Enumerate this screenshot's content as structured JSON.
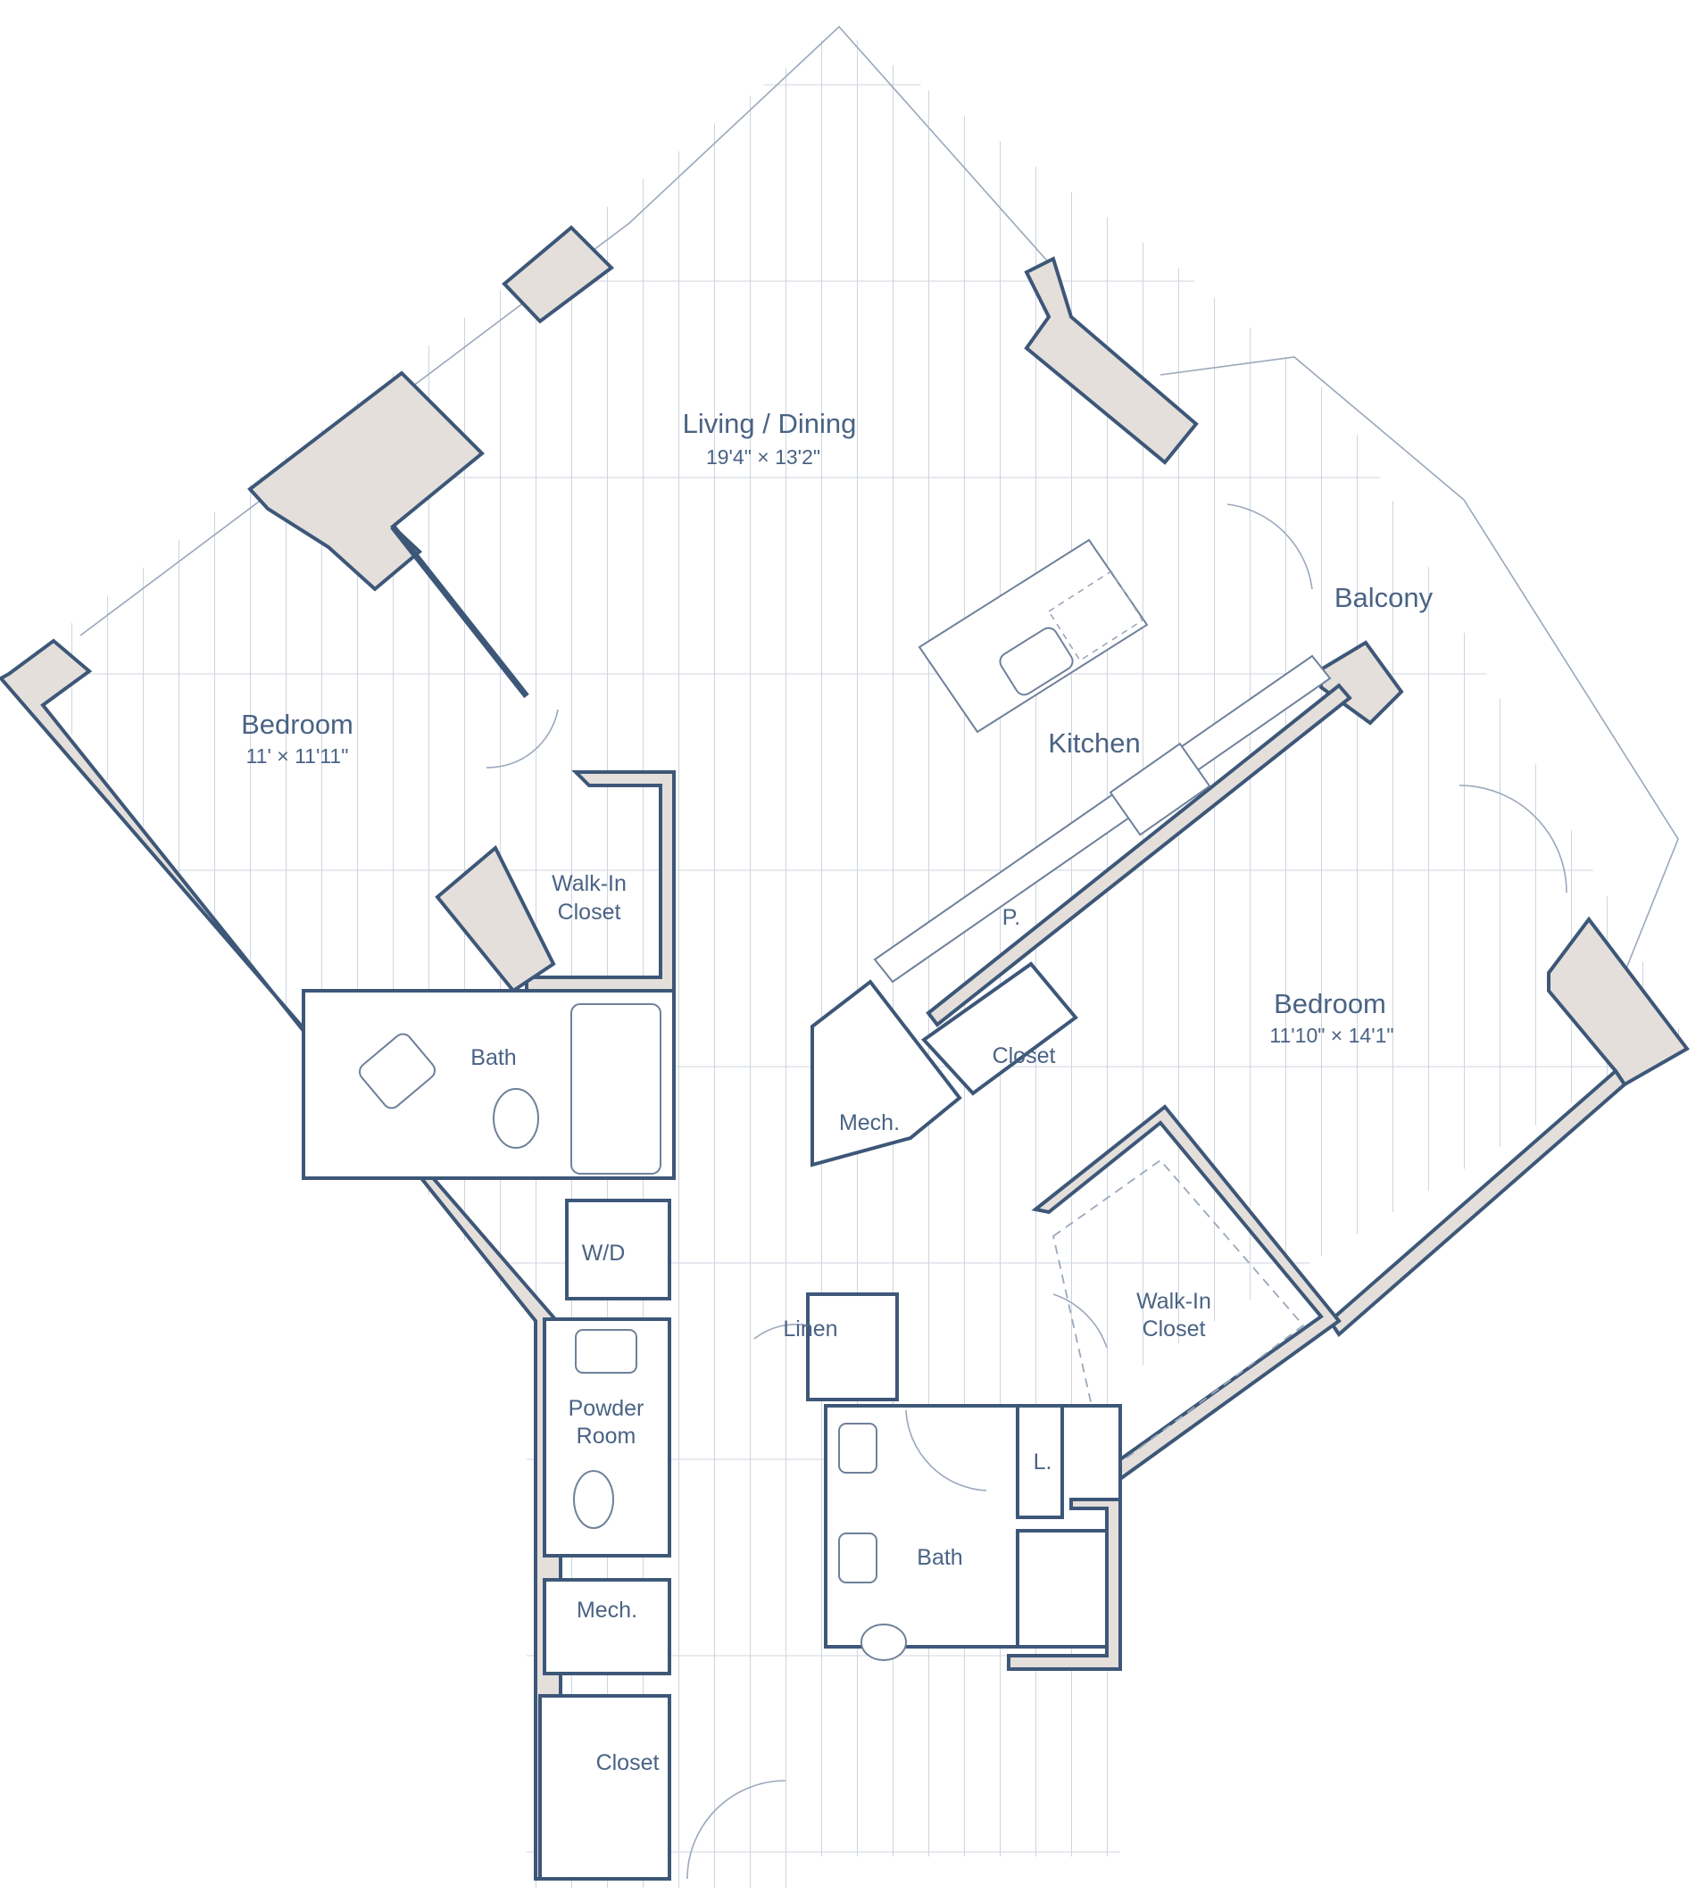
{
  "colors": {
    "wall_fill": "#e4dfdb",
    "wall_stroke": "#3d5778",
    "label_text": "#4a6384",
    "floor_lines": "#9aa8ba"
  },
  "rooms": {
    "living_dining": {
      "name": "Living / Dining",
      "size": "19'4\" × 13'2\""
    },
    "bedroom_left": {
      "name": "Bedroom",
      "size": "11' × 11'11\""
    },
    "bedroom_right": {
      "name": "Bedroom",
      "size": "11'10\" × 14'1\""
    },
    "balcony": {
      "name": "Balcony"
    },
    "kitchen": {
      "name": "Kitchen"
    },
    "walk_in_closet_left": {
      "line1": "Walk-In",
      "line2": "Closet"
    },
    "walk_in_closet_right": {
      "line1": "Walk-In",
      "line2": "Closet"
    },
    "bath_left": {
      "name": "Bath"
    },
    "bath_right": {
      "name": "Bath"
    },
    "washer_dryer": {
      "name": "W/D"
    },
    "powder_room": {
      "line1": "Powder",
      "line2": "Room"
    },
    "mech_lower": {
      "name": "Mech."
    },
    "mech_upper": {
      "name": "Mech."
    },
    "closet_entry": {
      "name": "Closet"
    },
    "closet_bedroom": {
      "name": "Closet"
    },
    "linen": {
      "name": "Linen"
    },
    "pantry": {
      "name": "P."
    },
    "linen_small": {
      "name": "L."
    }
  }
}
